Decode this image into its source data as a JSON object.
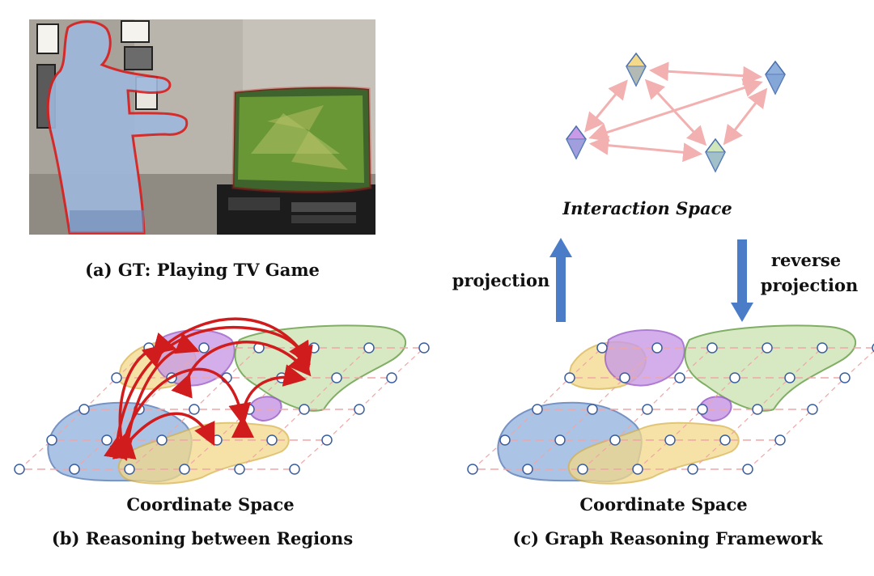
{
  "panel_a": {
    "caption": "(a) GT: Playing TV Game"
  },
  "panel_b": {
    "space_label": "Coordinate Space",
    "caption": "(b) Reasoning between Regions"
  },
  "panel_c": {
    "interaction_label": "Interaction Space",
    "projection_label": "projection",
    "reverse_label_1": "reverse",
    "reverse_label_2": "projection",
    "space_label": "Coordinate Space",
    "caption": "(c) Graph Reasoning Framework"
  },
  "colors": {
    "region_blue": "#8fb0dc",
    "region_yellow": "#f3d98a",
    "region_purple": "#c99be6",
    "region_green": "#cfe6b8",
    "node_stroke": "#3a5fa0",
    "grid_line": "#f0a6a6",
    "reasoning_arrow": "#d01c1c",
    "projection_arrow": "#4a7cc8",
    "interaction_arrow": "#f2b0b0"
  }
}
